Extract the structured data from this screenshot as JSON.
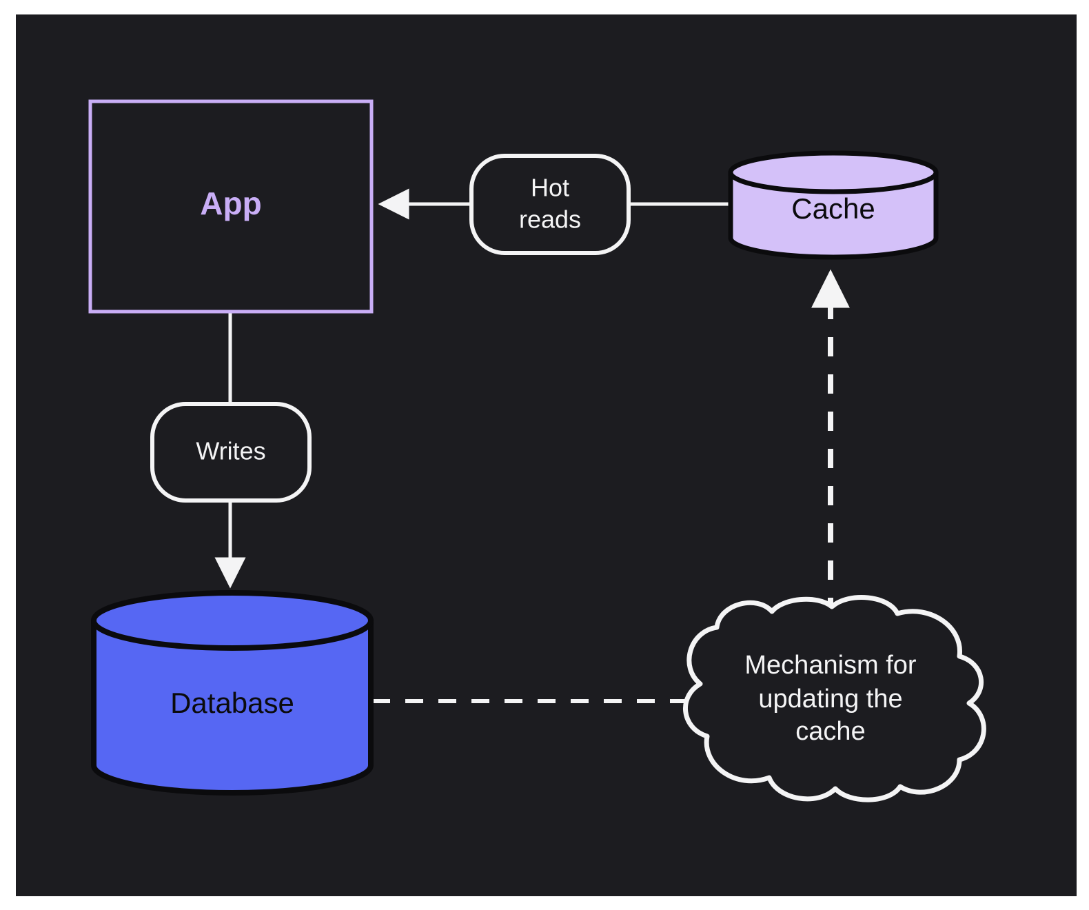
{
  "canvas": {
    "background_color": "#1c1c20",
    "page_background_color": "#ffffff"
  },
  "palette": {
    "app_border": "#c9aef6",
    "app_text": "#c9aef6",
    "cache_fill": "#d4c1f9",
    "cache_stroke": "#0b0b0d",
    "cache_text": "#0b0b0d",
    "database_fill": "#5667f3",
    "database_stroke": "#0b0b0d",
    "database_text": "#0b0b0d",
    "edge_stroke": "#f4f4f5",
    "edge_text": "#f4f4f5",
    "cloud_stroke": "#f4f4f5",
    "cloud_text": "#f4f4f5"
  },
  "nodes": [
    {
      "id": "app",
      "label": "App",
      "shape": "rectangle"
    },
    {
      "id": "cache",
      "label": "Cache",
      "shape": "cylinder"
    },
    {
      "id": "database",
      "label": "Database",
      "shape": "cylinder"
    },
    {
      "id": "mechanism",
      "label": "Mechanism for updating the cache",
      "label_lines": [
        "Mechanism for",
        "updating the",
        "cache"
      ],
      "shape": "cloud"
    }
  ],
  "edges": [
    {
      "id": "cache-to-app",
      "from": "cache",
      "to": "app",
      "label": "Hot reads",
      "label_lines": [
        "Hot",
        "reads"
      ],
      "style": "solid",
      "arrow": "end"
    },
    {
      "id": "app-to-database",
      "from": "app",
      "to": "database",
      "label": "Writes",
      "label_lines": [
        "Writes"
      ],
      "style": "solid",
      "arrow": "end"
    },
    {
      "id": "database-to-mechanism",
      "from": "database",
      "to": "mechanism",
      "label": "",
      "style": "dashed",
      "arrow": "none"
    },
    {
      "id": "mechanism-to-cache",
      "from": "mechanism",
      "to": "cache",
      "label": "",
      "style": "dashed",
      "arrow": "end"
    }
  ]
}
